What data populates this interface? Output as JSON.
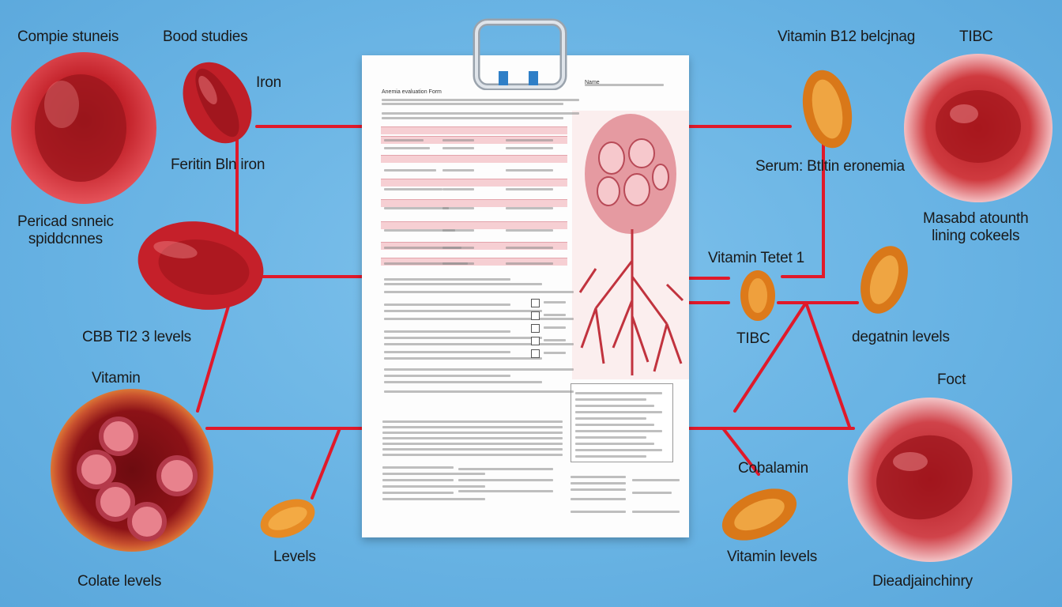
{
  "labels": {
    "complete_studies": "Compie stuneis",
    "blood_studies": "Bood studies",
    "iron": "Iron",
    "ferritin": "Feritin Bln iron",
    "pericad": "Pericad snneic\nspiddcnnes",
    "cbb_levels": "CBB TI2 3 levels",
    "vitamin_left": "Vitamin",
    "colate_levels": "Colate levels",
    "levels": "Levels",
    "vitamin_b12": "Vitamin B12 belcjnag",
    "tibc_top": "TIBC",
    "serum": "Serum: Btltin eronemia",
    "masabd": "Masabd atounth\nlining cokeels",
    "vitamin_tetet": "Vitamin Tetet 1",
    "tibc_mid": "TIBC",
    "degatnin": "degatnin levels",
    "foct": "Foct",
    "cobalamin": "Cobalamin",
    "vitamin_levels": "Vitamin levels",
    "diead": "Dieadjainchinry"
  },
  "document": {
    "header_left": "Anemia evaluation Form",
    "header_right": "Name"
  },
  "colors": {
    "background": "#6cb6e6",
    "connector": "#e0192a",
    "cell_red": "#c8202a",
    "supplement_orange": "#e2851f"
  }
}
